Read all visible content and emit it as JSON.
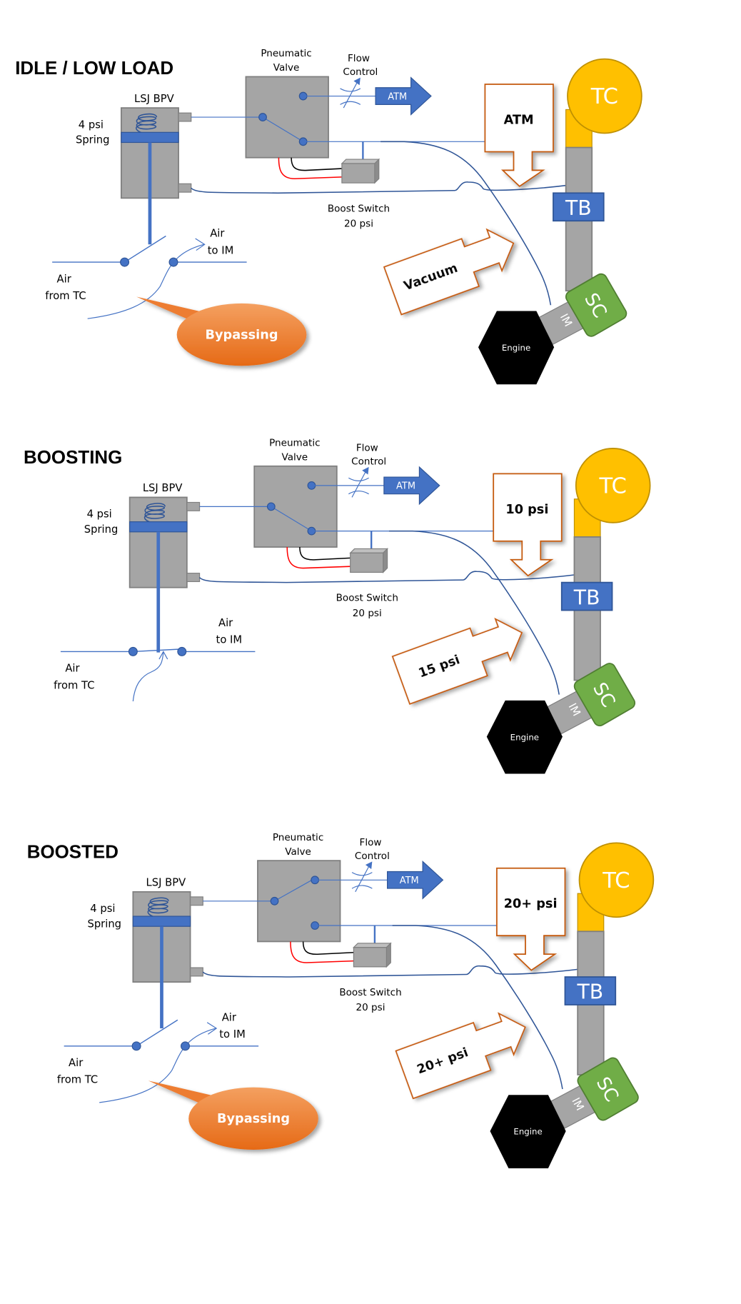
{
  "colors": {
    "blue": "#4472C4",
    "blue_dark": "#2F5597",
    "gray": "#A5A5A5",
    "gray_border": "#7F7F7F",
    "turbo": "#FFC000",
    "supercharger": "#70AD47",
    "callout_border": "#C55A11",
    "bypass_orange": "#ED7D31",
    "engine": "#000000"
  },
  "labels": {
    "bpv": "LSJ BPV",
    "spring_line1": "4 psi",
    "spring_line2": "Spring",
    "pneumatic_line1": "Pneumatic",
    "pneumatic_line2": "Valve",
    "flow_line1": "Flow",
    "flow_line2": "Control",
    "atm_arrow": "ATM",
    "boost_switch_line1": "Boost Switch",
    "boost_switch_line2": "20 psi",
    "air_to_line1": "Air",
    "air_to_line2": "to IM",
    "air_from_line1": "Air",
    "air_from_line2": "from TC",
    "tc": "TC",
    "tb": "TB",
    "sc": "SC",
    "im": "IM",
    "engine": "Engine",
    "bypassing": "Bypassing"
  },
  "panels": [
    {
      "id": "idle",
      "title": "IDLE / LOW LOAD",
      "top_callout": "ATM",
      "side_callout": "Vacuum",
      "valve_state": "port-to-switch",
      "bpv_state": "open",
      "bypassing": true
    },
    {
      "id": "boosting",
      "title": "BOOSTING",
      "top_callout": "10 psi",
      "side_callout": "15 psi",
      "valve_state": "port-to-switch",
      "bpv_state": "closed",
      "bypassing": false
    },
    {
      "id": "boosted",
      "title": "BOOSTED",
      "top_callout": "20+ psi",
      "side_callout": "20+ psi",
      "valve_state": "port-to-atm",
      "bpv_state": "open",
      "bypassing": true
    }
  ]
}
